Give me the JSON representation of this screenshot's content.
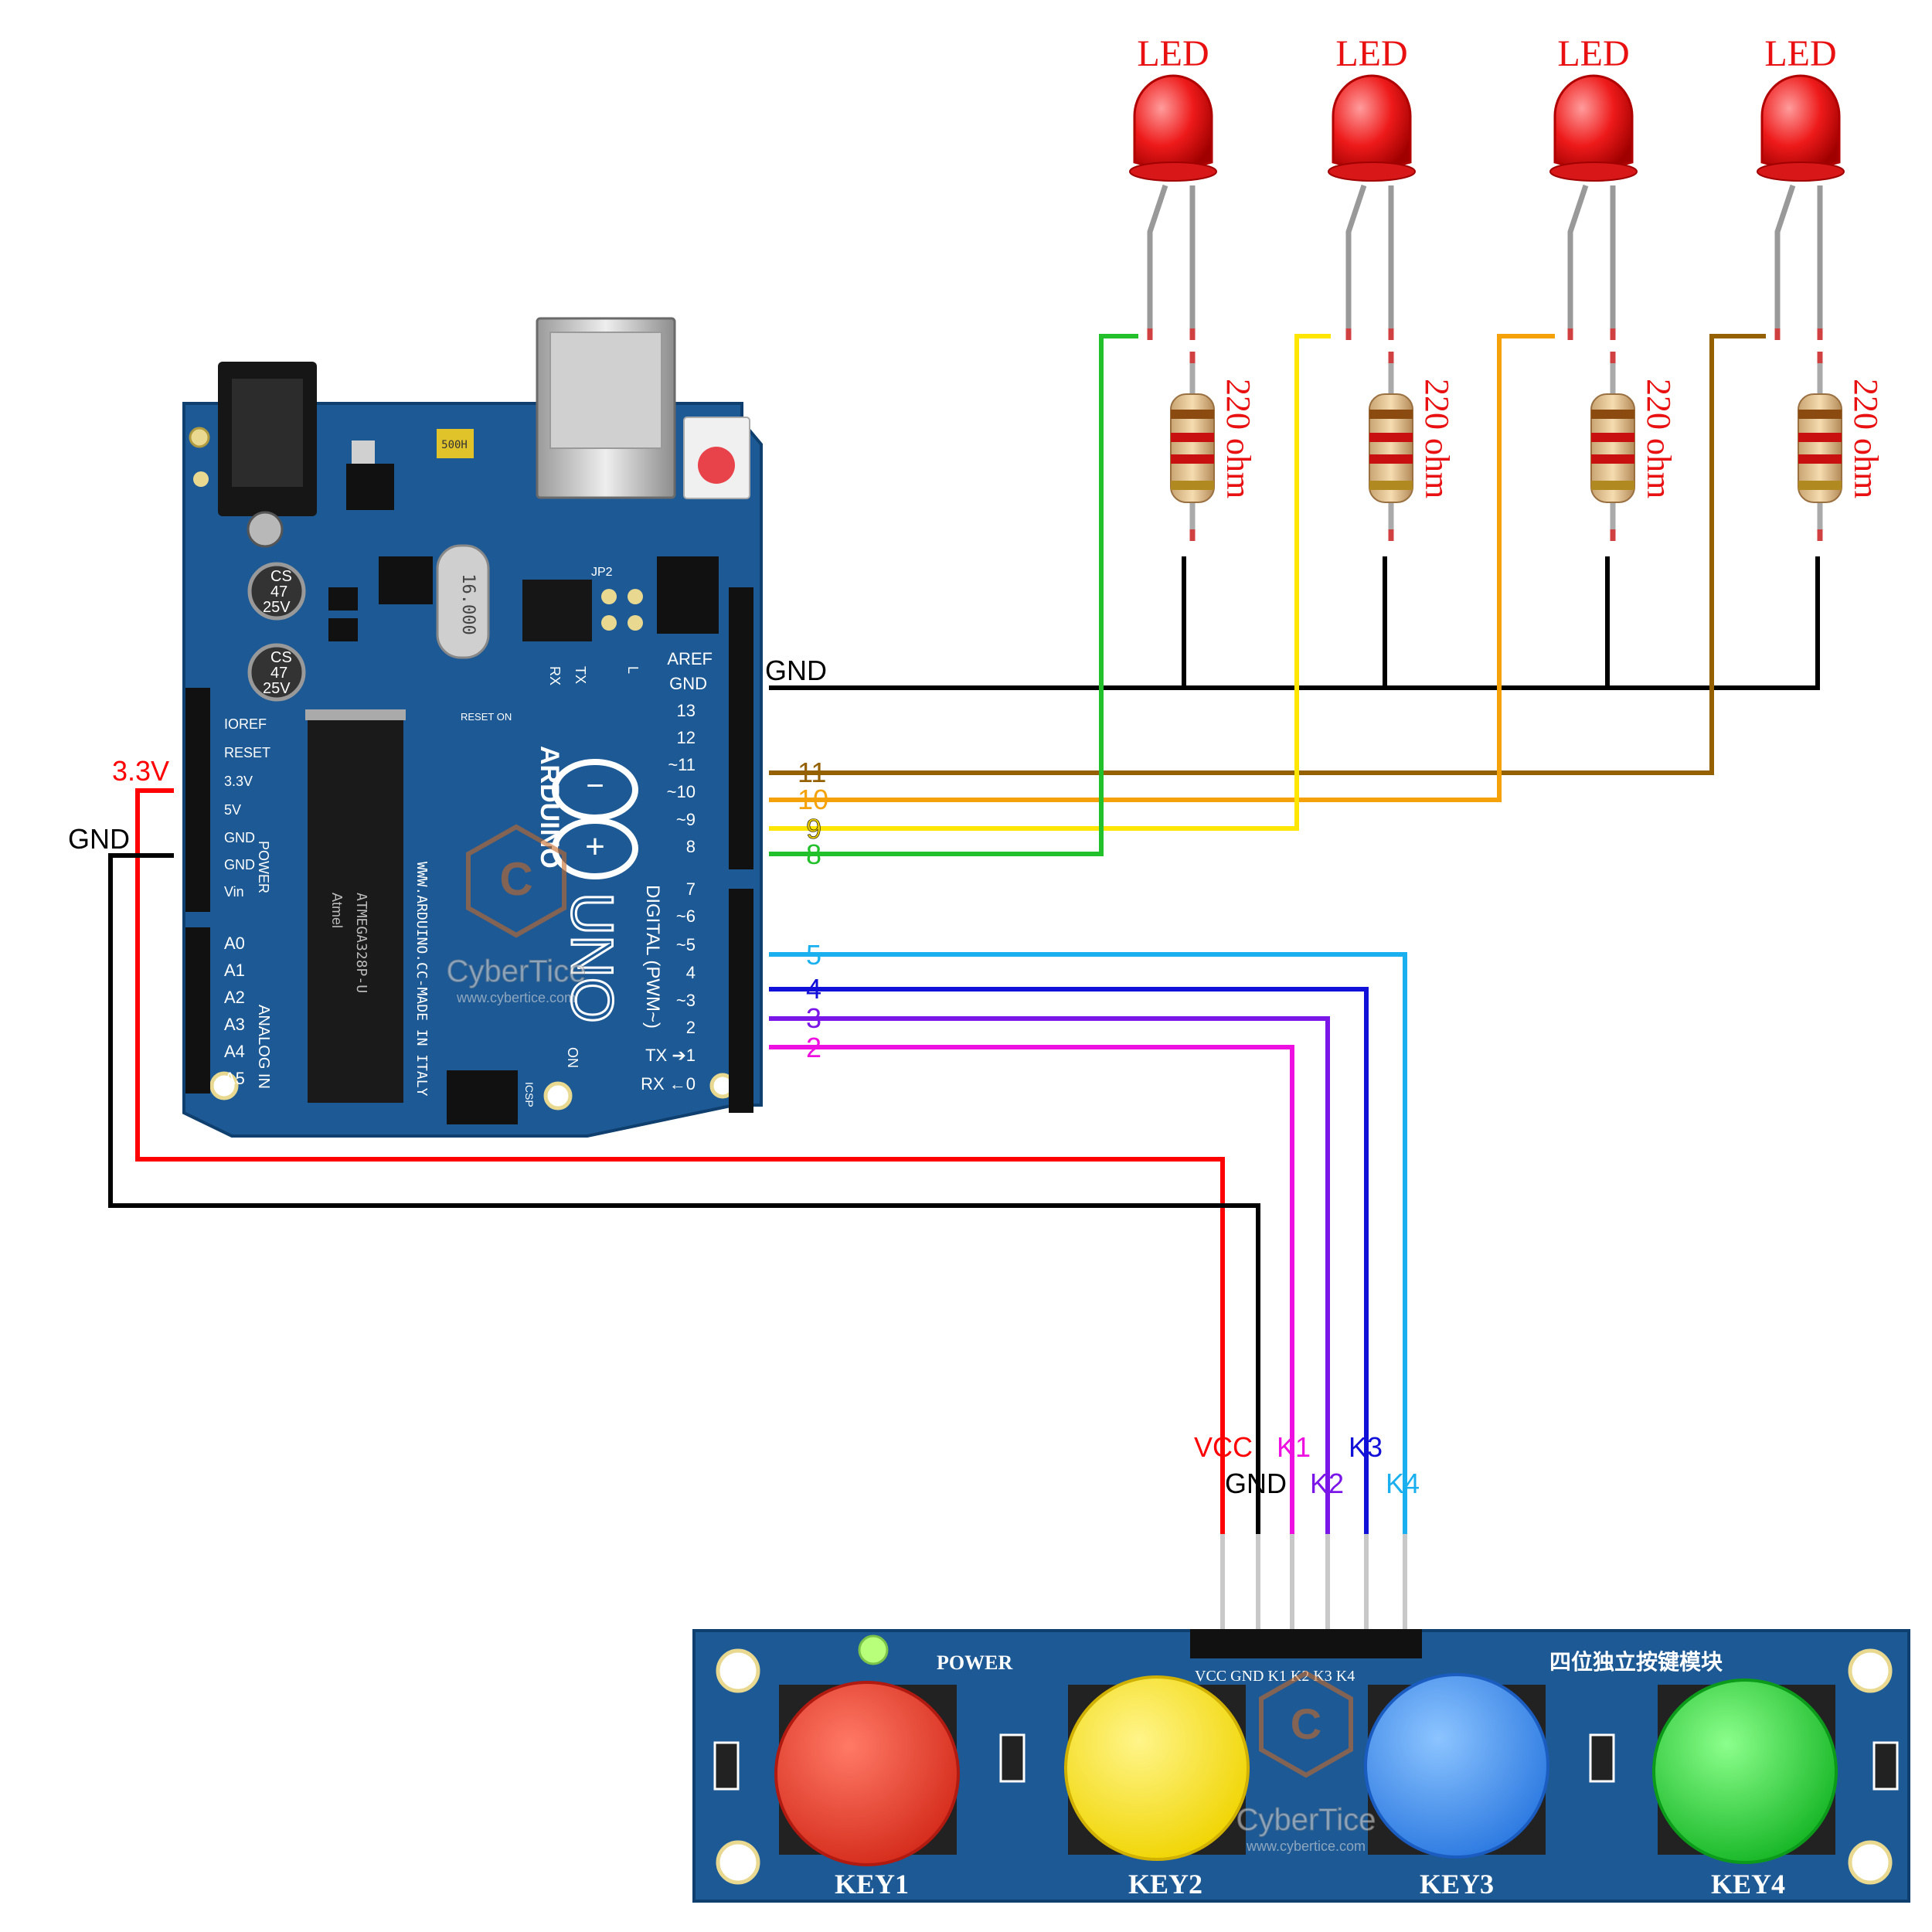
{
  "colors": {
    "board_blue": "#1d5a95",
    "board_dark": "#0f3f6e",
    "wire_red": "#ff0000",
    "wire_black": "#000000",
    "wire_green": "#22c02a",
    "wire_yellow": "#ffe600",
    "wire_orange": "#f5a20a",
    "wire_brown": "#946000",
    "wire_cyan": "#1ab0f0",
    "wire_blue": "#1010d8",
    "wire_violet": "#7a16e8",
    "wire_magenta": "#ee10e0",
    "led_red": "#ee1a1a",
    "btn_red": "#ee3a2a",
    "btn_yellow": "#ffe61a",
    "btn_blue": "#3a8ef0",
    "btn_green": "#22d636"
  },
  "leds": [
    {
      "label": "LED",
      "resistor": "220 ohm"
    },
    {
      "label": "LED",
      "resistor": "220 ohm"
    },
    {
      "label": "LED",
      "resistor": "220 ohm"
    },
    {
      "label": "LED",
      "resistor": "220 ohm"
    }
  ],
  "wire_labels": {
    "gnd_top": "GND",
    "pin11": "11",
    "pin10": "10",
    "pin9": "9",
    "pin8": "8",
    "pin5": "5",
    "pin4": "4",
    "pin3": "3",
    "pin2": "2",
    "v33": "3.3V",
    "gnd_left": "GND"
  },
  "module_pins": {
    "vcc": "VCC",
    "gnd": "GND",
    "k1": "K1",
    "k2": "K2",
    "k3": "K3",
    "k4": "K4"
  },
  "arduino": {
    "aref": "AREF",
    "gnd": "GND",
    "d13": "13",
    "d12": "12",
    "d11": "~11",
    "d10": "~10",
    "d9": "~9",
    "d8": "8",
    "d7": "7",
    "d6": "~6",
    "d5": "~5",
    "d4": "4",
    "d3": "~3",
    "d2": "2",
    "tx1": "TX ➔1",
    "rx0": "RX ←0",
    "digital_pwm": "DIGITAL (PWM~)",
    "ioref": "IOREF",
    "reset": "RESET",
    "p33": "3.3V",
    "p5v": "5V",
    "pgnd1": "GND",
    "pgnd2": "GND",
    "vin": "Vin",
    "power": "POWER",
    "a0": "A0",
    "a1": "A1",
    "a2": "A2",
    "a3": "A3",
    "a4": "A4",
    "a5": "A5",
    "analog_in": "ANALOG IN",
    "brand": "ARDUINO",
    "model": "UNO",
    "url": "WWW.ARDUINO.CC-MADE IN ITALY",
    "chip": "ATMEGA328P-U",
    "chip_brand": "Atmel",
    "crystal": "16.000",
    "cap_text1": "CS",
    "cap_text2": "47",
    "cap_text3": "25V",
    "jp2": "JP2",
    "rx": "RX",
    "tx": "TX",
    "l": "L",
    "on": "ON",
    "reset_on": "RESET ON",
    "icsp": "ICSP"
  },
  "module": {
    "power": "POWER",
    "title": "四位独立按键模块",
    "header_pins": "VCC GND K1  K2  K3  K4",
    "key1": "KEY1",
    "key2": "KEY2",
    "key3": "KEY3",
    "key4": "KEY4"
  },
  "watermark": {
    "name": "CyberTice",
    "url": "www.cybertice.com"
  }
}
